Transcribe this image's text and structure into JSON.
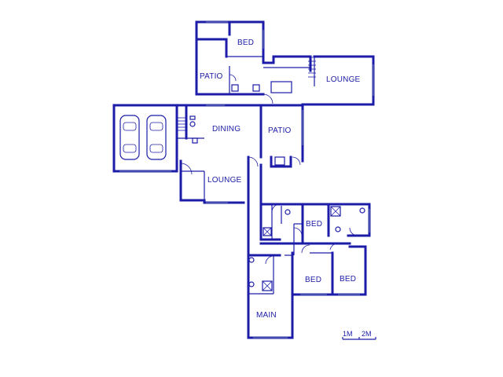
{
  "rooms": {
    "bed_top": "BED",
    "patio_top": "PATIO",
    "lounge_top": "LOUNGE",
    "dining": "DINING",
    "patio_mid": "PATIO",
    "lounge_mid": "LOUNGE",
    "bed_right": "BED",
    "bed_lower_left": "BED",
    "bed_lower_right": "BED",
    "main": "MAIN"
  },
  "scale_bar": {
    "label_1": "1M",
    "label_2": "2M"
  },
  "colors": {
    "wall": "#1c1ca8",
    "window": "#6a7fb0"
  },
  "icons": [
    "car-icon",
    "car-icon",
    "toilet-icon",
    "basin-icon",
    "shower-icon",
    "door-swing-icon"
  ]
}
